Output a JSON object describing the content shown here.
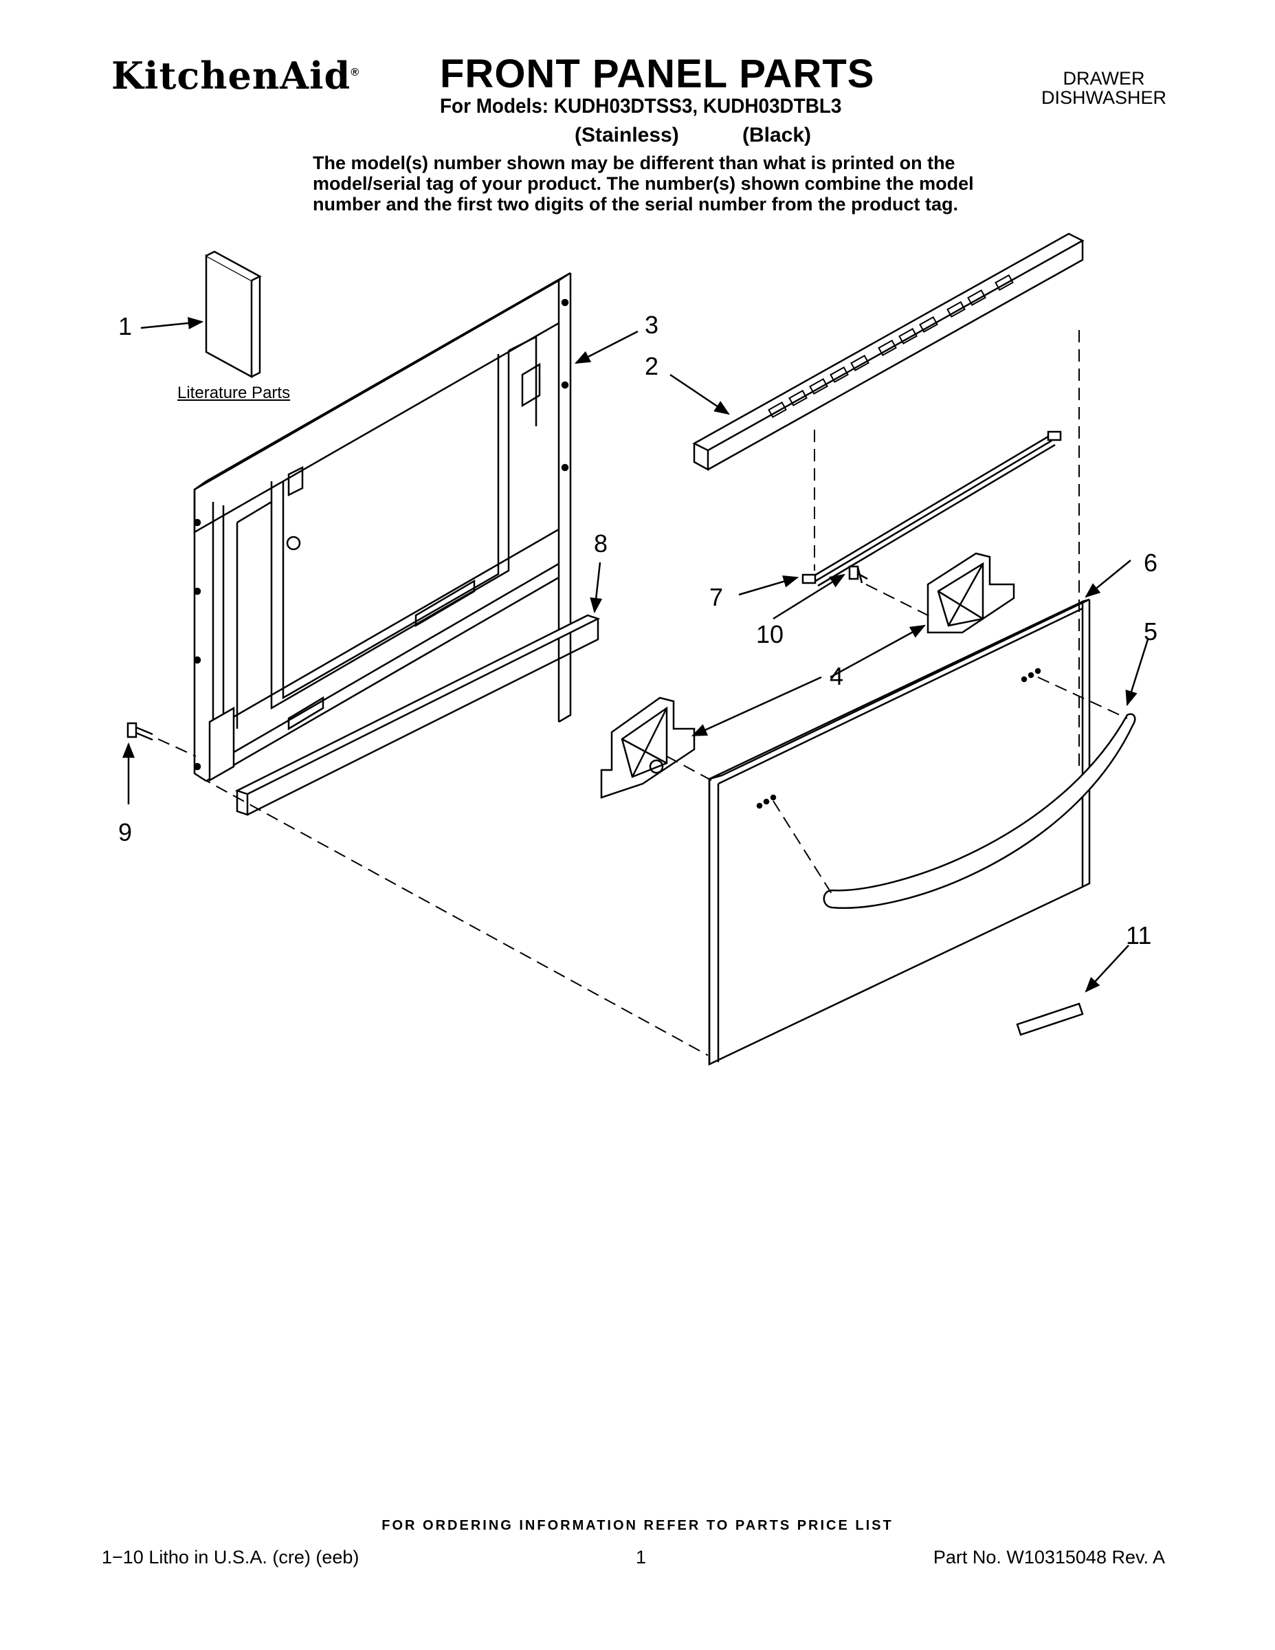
{
  "header": {
    "brand": "KitchenAid",
    "brand_mark": "®",
    "title": "FRONT PANEL PARTS",
    "models_line": "For Models: KUDH03DTSS3, KUDH03DTBL3",
    "variant_1": "(Stainless)",
    "variant_2": "(Black)",
    "product_line_1": "DRAWER",
    "product_line_2": "DISHWASHER"
  },
  "notice": {
    "line_1": "The model(s) number shown may be different than what is printed on the",
    "line_2": "model/serial tag of your product. The number(s) shown combine the model",
    "line_3": "number and the first two digits of the serial number from the product tag."
  },
  "diagram": {
    "literature_label": "Literature Parts",
    "callouts": [
      "1",
      "2",
      "3",
      "4",
      "5",
      "6",
      "7",
      "8",
      "9",
      "10",
      "11"
    ]
  },
  "footer": {
    "ordering": "FOR ORDERING INFORMATION REFER TO PARTS PRICE LIST",
    "litho": "1−10 Litho in U.S.A. (cre) (eeb)",
    "page": "1",
    "part_no": "Part No. W10315048 Rev. A"
  }
}
